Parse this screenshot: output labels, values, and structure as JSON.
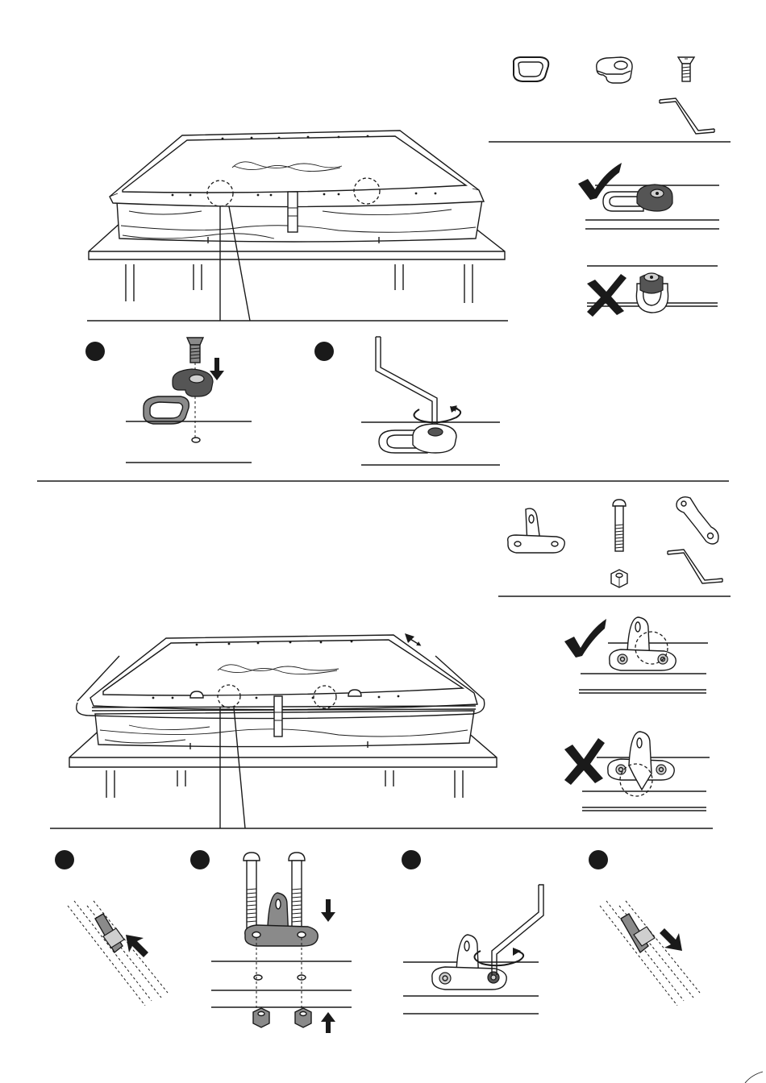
{
  "page": {
    "background": "#ffffff",
    "ink": "#1a1a1a",
    "part_fill": "#8a8a8a"
  },
  "top_section": {
    "parts": [
      "d-ring-icon",
      "ring-clip-icon",
      "screw-icon",
      "hex-key-icon"
    ],
    "correct_mark": "check-icon",
    "wrong_mark": "cross-icon",
    "steps": [
      {
        "marker": "step-1-dot",
        "icons": [
          "screw-icon",
          "arrow-down-icon",
          "ring-clip-icon",
          "d-ring-icon"
        ]
      },
      {
        "marker": "step-2-dot",
        "icons": [
          "hex-key-icon",
          "rotate-arrow-icon"
        ]
      }
    ]
  },
  "bottom_section": {
    "parts": [
      "bracket-icon",
      "bolt-icon",
      "wrench-icon",
      "nut-icon",
      "hex-key-icon"
    ],
    "correct_mark": "check-icon",
    "wrong_mark": "cross-icon",
    "steps": [
      {
        "marker": "step-1-dot",
        "icons": [
          "zipper-icon",
          "arrow-up-left-icon"
        ]
      },
      {
        "marker": "step-2-dot",
        "icons": [
          "bolt-icon",
          "bracket-icon",
          "nut-icon",
          "arrow-down-icon",
          "arrow-up-icon"
        ]
      },
      {
        "marker": "step-3-dot",
        "icons": [
          "hex-key-icon",
          "rotate-arrow-icon"
        ]
      },
      {
        "marker": "step-4-dot",
        "icons": [
          "zipper-icon",
          "arrow-down-right-icon"
        ]
      }
    ]
  }
}
